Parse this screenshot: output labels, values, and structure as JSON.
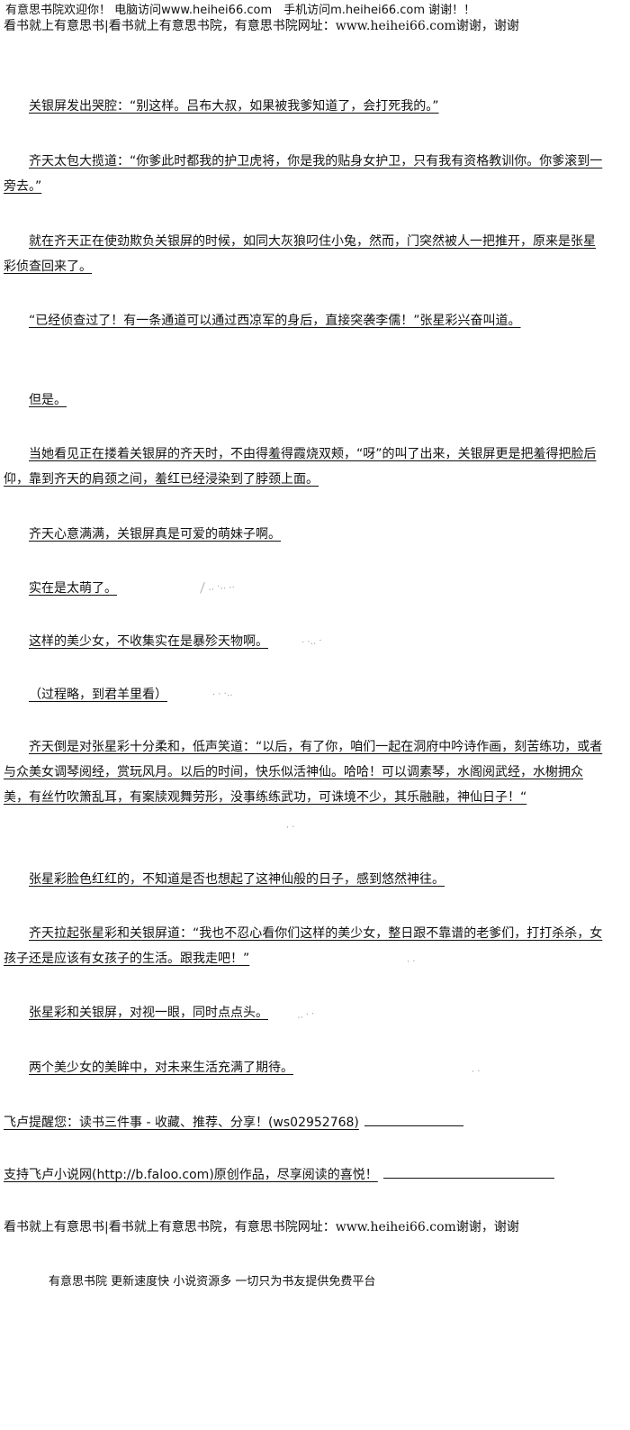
{
  "banner": "有意思书院欢迎你！ 电脑访问www.heihei66.com　手机访问m.heihei66.com 谢谢！！",
  "site_line": "看书就上有意思书|看书就上有意思书院，有意思书院网址：www.heihei66.com谢谢，谢谢",
  "paragraphs": [
    "关银屏发出哭腔：“别这样。吕布大叔，如果被我爹知道了，会打死我的。”",
    "齐天太包大揽道：“你爹此时都我的护卫虎将，你是我的贴身女护卫，只有我有资格教训你。你爹滚到一旁去。”",
    "就在齐天正在使劲欺负关银屏的时候，如同大灰狼叼住小兔，然而，门突然被人一把推开，原来是张星彩侦查回来了。",
    "“已经侦查过了！有一条通道可以通过西凉军的身后，直接突袭李儒！”张星彩兴奋叫道。",
    "但是。",
    "当她看见正在搂着关银屏的齐天时，不由得羞得霞烧双颊，“呀”的叫了出来，关银屏更是把羞得把脸后仰，靠到齐天的肩颈之间，羞红已经浸染到了脖颈上面。",
    "齐天心意满满，关银屏真是可爱的萌妹子啊。",
    "实在是太萌了。",
    "这样的美少女，不收集实在是暴殄天物啊。",
    "（过程略，到君羊里看）",
    "齐天倒是对张星彩十分柔和，低声笑道：“以后，有了你，咱们一起在洞府中吟诗作画，刻苦练功，或者与众美女调琴阅经，赏玩风月。以后的时间，快乐似活神仙。哈哈！可以调素琴，水阁阅武经，水榭拥众美，有丝竹吹箫乱耳，有案牍观舞劳形，没事练练武功，可诛境不少，其乐融融，神仙日子！“",
    "张星彩脸色红红的，不知道是否也想起了这神仙般的日子，感到悠然神往。",
    "齐天拉起张星彩和关银屏道：“我也不忍心看你们这样的美少女，整日跟不靠谱的老爹们，打打杀杀，女孩子还是应该有女孩子的生活。跟我走吧！”",
    "张星彩和关银屏，对视一眼，同时点点头。",
    "两个美少女的美眸中，对未来生活充满了期待。"
  ],
  "notice_1": "飞卢提醒您：读书三件事 - 收藏、推荐、分享！(ws02952768)",
  "notice_2": "支持飞卢小说网(http://b.faloo.com)原创作品，尽享阅读的喜悦！",
  "footer": "有意思书院 更新速度快 小说资源多 一切只为书友提供免费平台"
}
